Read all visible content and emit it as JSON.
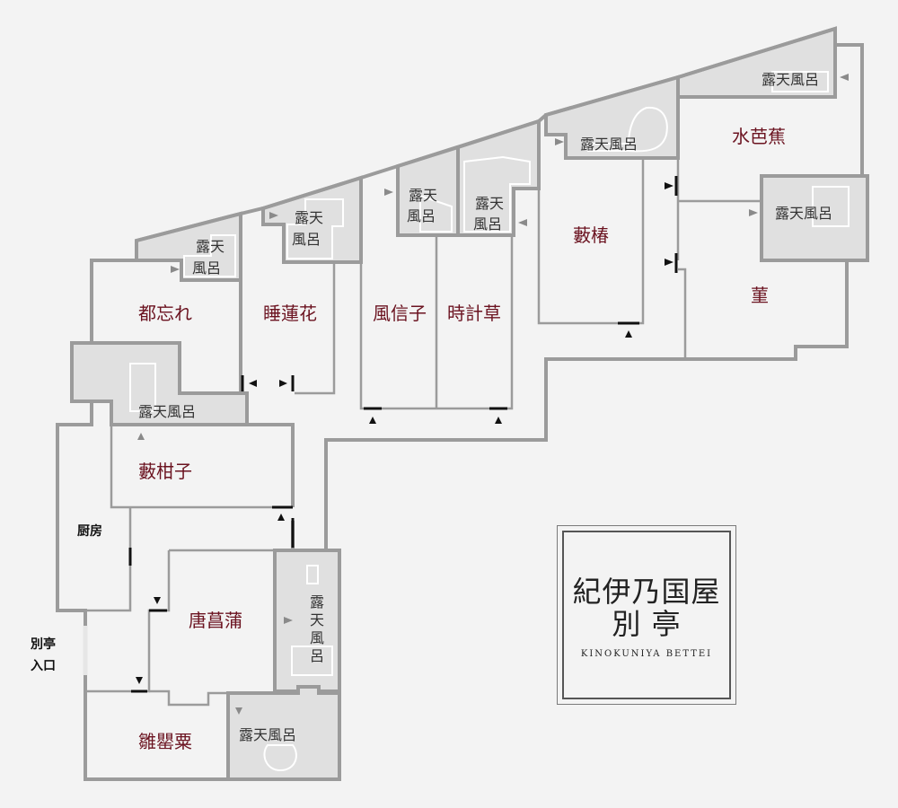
{
  "rooms": {
    "miyakowasure": "都忘れ",
    "suirenka": "睡蓮花",
    "fuushinshi": "風信子",
    "tokeisou": "時計草",
    "yabutsubaki": "藪椿",
    "mizubashou": "水芭蕉",
    "sumire": "菫",
    "yabukouji": "藪柑子",
    "touchikumo": "唐菖蒲",
    "hinageshi": "雛罌粟"
  },
  "baths": {
    "label": "露天風呂",
    "label_top": "露天",
    "label_bottom": "風呂",
    "vertical": [
      "露",
      "天",
      "風",
      "呂"
    ]
  },
  "kitchen": "厨房",
  "entrance": {
    "line1": "別亭",
    "line2": "入口"
  },
  "logo": {
    "name_line1": "紀伊乃国屋",
    "name_line2": "別 亭",
    "roman": "KINOKUNIYA BETTEI"
  }
}
